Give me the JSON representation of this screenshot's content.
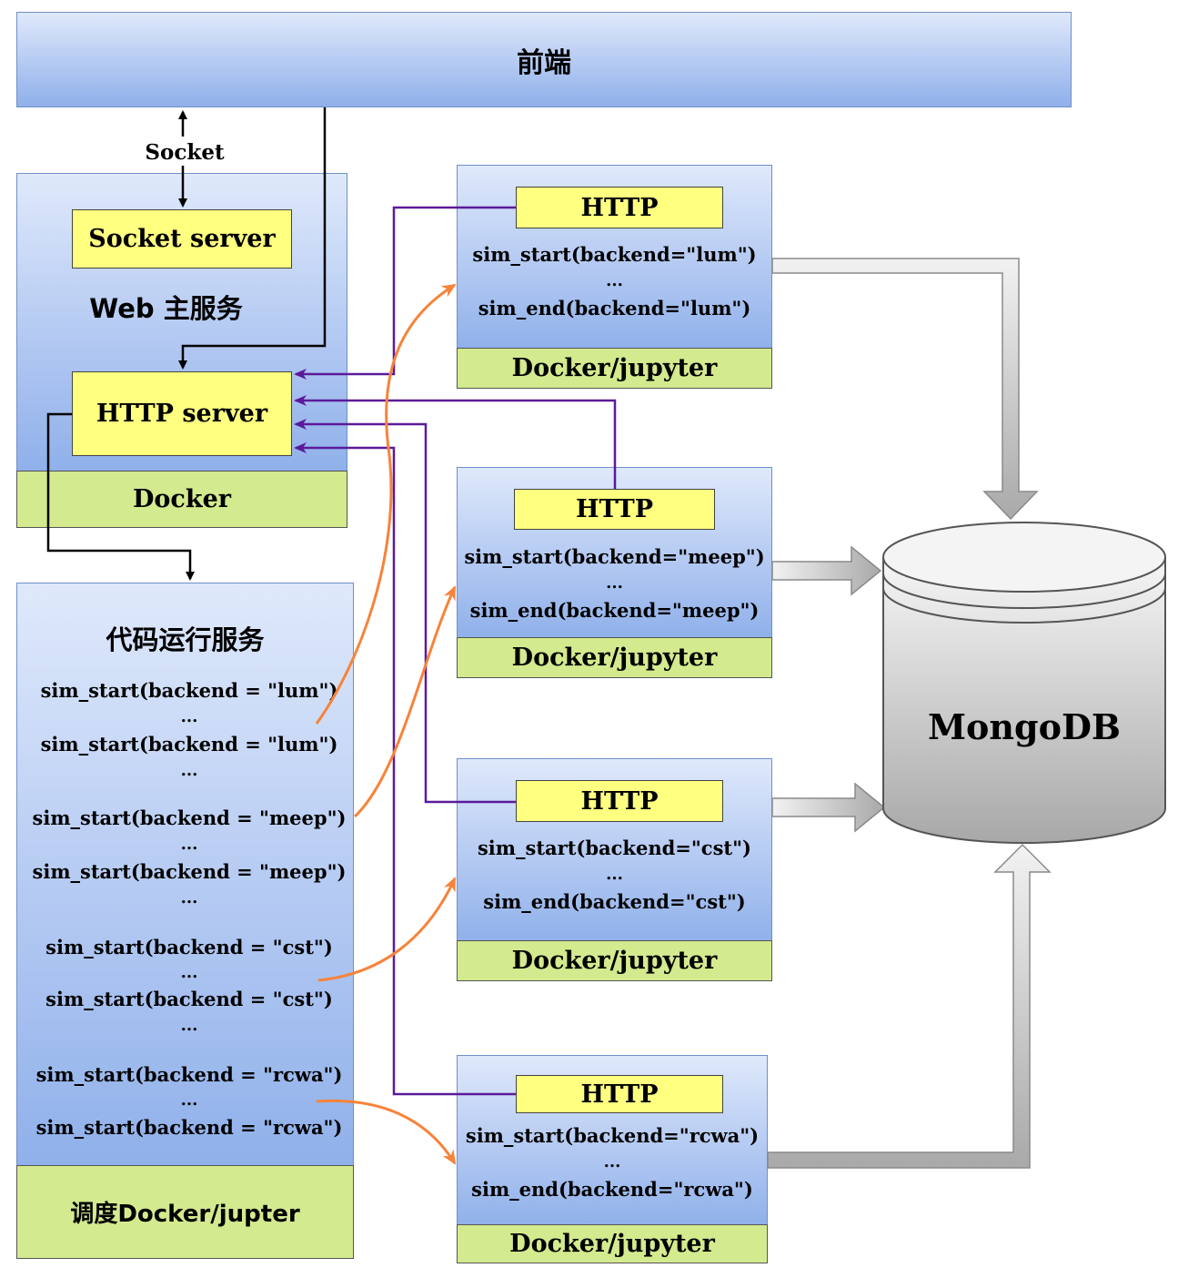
{
  "frontend": {
    "label": "前端"
  },
  "socket_link": {
    "label": "Socket"
  },
  "web_service": {
    "socket_server": "Socket server",
    "title": "Web 主服务",
    "http_server": "HTTP server",
    "container": "Docker"
  },
  "scheduler": {
    "title": "代码运行服务",
    "lines": [
      "sim_start(backend = \"lum\")",
      "...",
      "sim_start(backend = \"lum\")",
      "...",
      "sim_start(backend = \"meep\")",
      "...",
      "sim_start(backend = \"meep\")",
      "...",
      "sim_start(backend = \"cst\")",
      "...",
      "sim_start(backend = \"cst\")",
      "...",
      "sim_start(backend = \"rcwa\")",
      "...",
      "sim_start(backend = \"rcwa\")"
    ],
    "container": "调度Docker/jupter"
  },
  "workers": [
    {
      "http": "HTTP",
      "start": "sim_start(backend=\"lum\")",
      "dots": "...",
      "end": "sim_end(backend=\"lum\")",
      "container": "Docker/jupyter"
    },
    {
      "http": "HTTP",
      "start": "sim_start(backend=\"meep\")",
      "dots": "...",
      "end": "sim_end(backend=\"meep\")",
      "container": "Docker/jupyter"
    },
    {
      "http": "HTTP",
      "start": "sim_start(backend=\"cst\")",
      "dots": "...",
      "end": "sim_end(backend=\"cst\")",
      "container": "Docker/jupyter"
    },
    {
      "http": "HTTP",
      "start": "sim_start(backend=\"rcwa\")",
      "dots": "...",
      "end": "sim_end(backend=\"rcwa\")",
      "container": "Docker/jupyter"
    }
  ],
  "database": {
    "label": "MongoDB"
  },
  "colors": {
    "purple_link": "#5b1a9a",
    "orange_link": "#f7833a",
    "gray_arrow": "#b8b8b8",
    "green_bar": "#d3ea8e",
    "yellow_box": "#ffff80"
  }
}
